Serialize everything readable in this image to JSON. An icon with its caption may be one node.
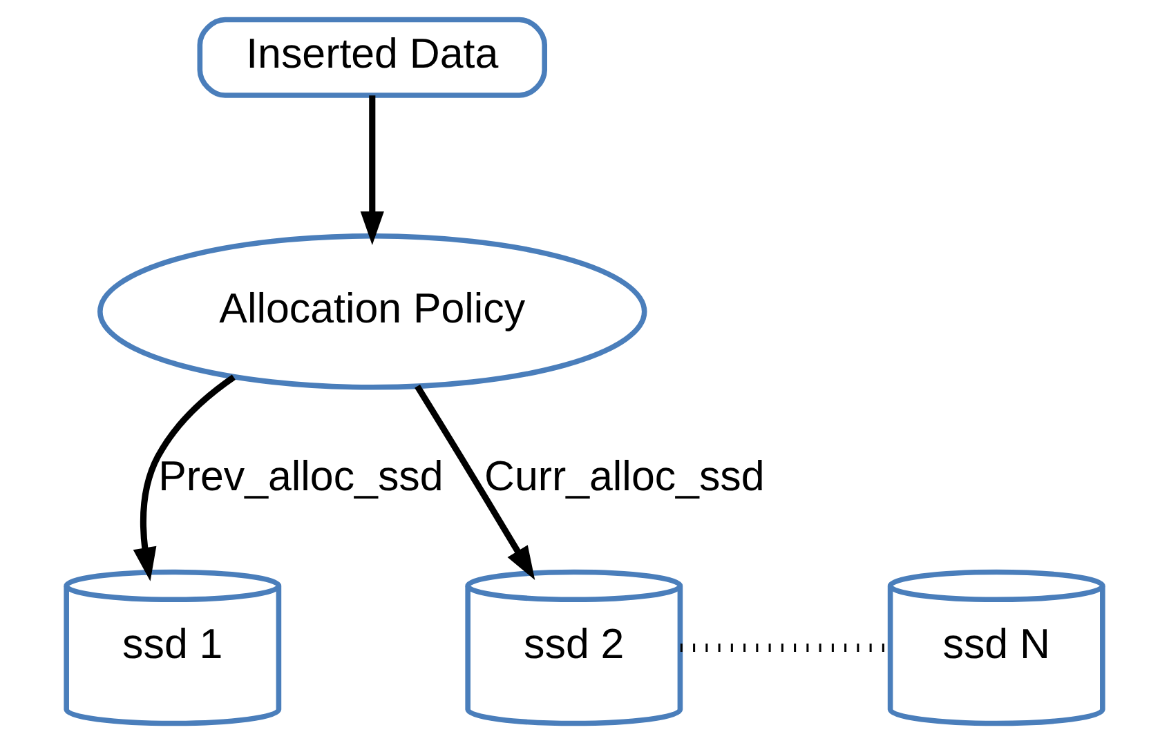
{
  "diagram": {
    "nodes": [
      {
        "text": [
          "Inserted Data"
        ]
      },
      {
        "text": [
          "Allocation Policy"
        ]
      },
      {
        "text": [
          "ssd 1"
        ]
      },
      {
        "text": [
          "ssd 2"
        ]
      },
      {
        "text": [
          "ssd N"
        ]
      }
    ],
    "edges": [
      {
        "from": 0,
        "to": 1,
        "arrow": "to"
      },
      {
        "from": 1,
        "to": 2,
        "arrow": "to",
        "label": "Prev_alloc_ssd"
      },
      {
        "from": 1,
        "to": 3,
        "arrow": "to",
        "label": "Curr_alloc_ssd"
      },
      {
        "from": 3,
        "to": 4,
        "arrow": "none",
        "style": "dashed"
      }
    ]
  }
}
